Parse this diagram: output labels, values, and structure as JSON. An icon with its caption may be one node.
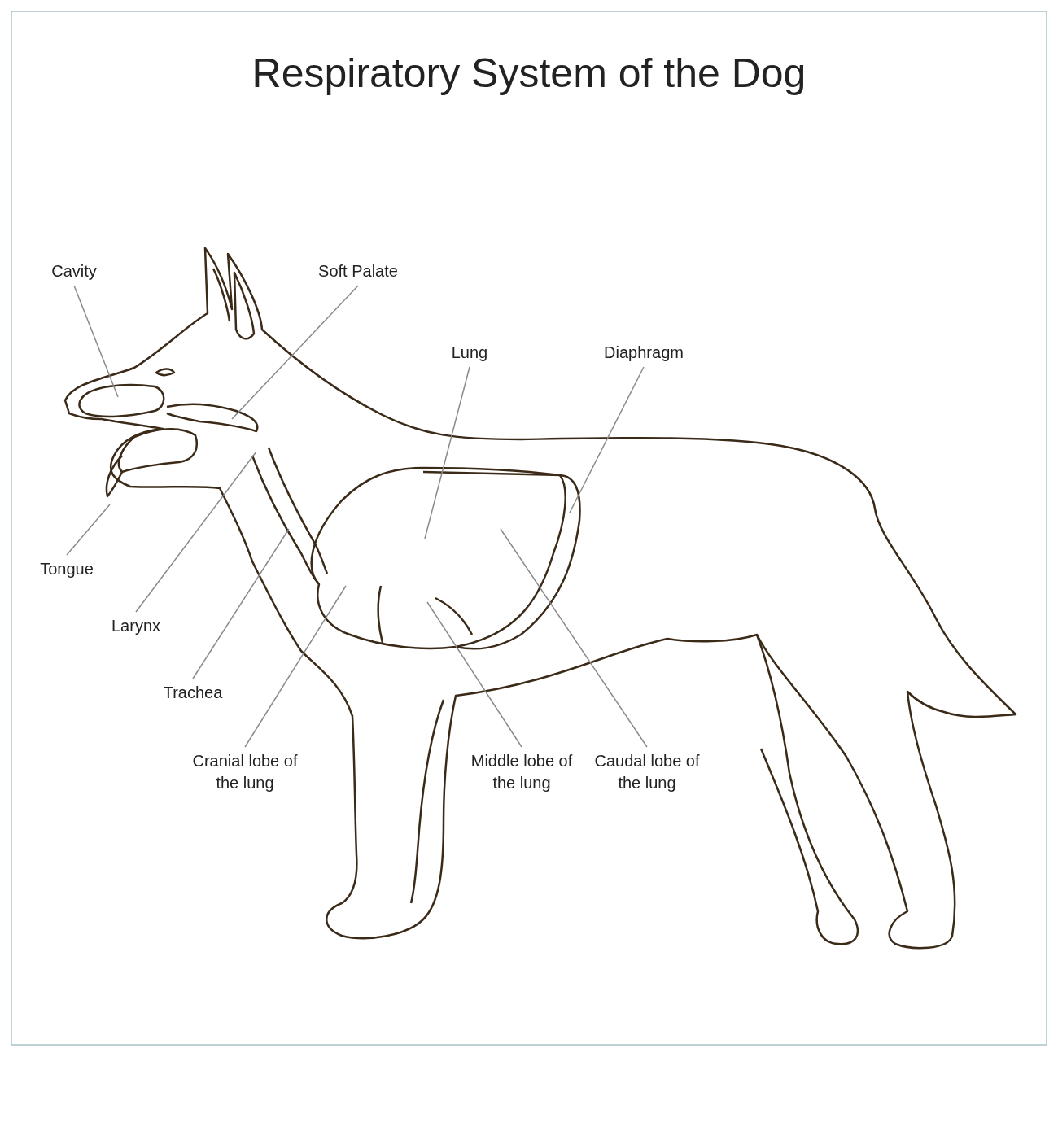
{
  "diagram": {
    "title": "Respiratory System of the Dog",
    "nodes": [
      {
        "text": [
          "Cavity"
        ]
      },
      {
        "text": [
          "Soft Palate"
        ]
      },
      {
        "text": [
          "Lung"
        ]
      },
      {
        "text": [
          "Diaphragm"
        ]
      },
      {
        "text": [
          "Tongue"
        ]
      },
      {
        "text": [
          "Larynx"
        ]
      },
      {
        "text": [
          "Trachea"
        ]
      },
      {
        "text": [
          "Cranial lobe of the lung"
        ]
      },
      {
        "text": [
          "Middle lobe of the lung"
        ]
      },
      {
        "text": [
          "Caudal lobe of the lung"
        ]
      }
    ],
    "edges": [
      {
        "from": 0,
        "to": null,
        "arrow": "none"
      },
      {
        "from": 1,
        "to": null,
        "arrow": "none"
      },
      {
        "from": 2,
        "to": null,
        "arrow": "none"
      },
      {
        "from": 3,
        "to": null,
        "arrow": "none"
      },
      {
        "from": 4,
        "to": null,
        "arrow": "none"
      },
      {
        "from": 5,
        "to": null,
        "arrow": "none"
      },
      {
        "from": 6,
        "to": null,
        "arrow": "none"
      },
      {
        "from": 7,
        "to": null,
        "arrow": "none"
      },
      {
        "from": 8,
        "to": null,
        "arrow": "none"
      },
      {
        "from": 9,
        "to": null,
        "arrow": "none"
      }
    ]
  }
}
